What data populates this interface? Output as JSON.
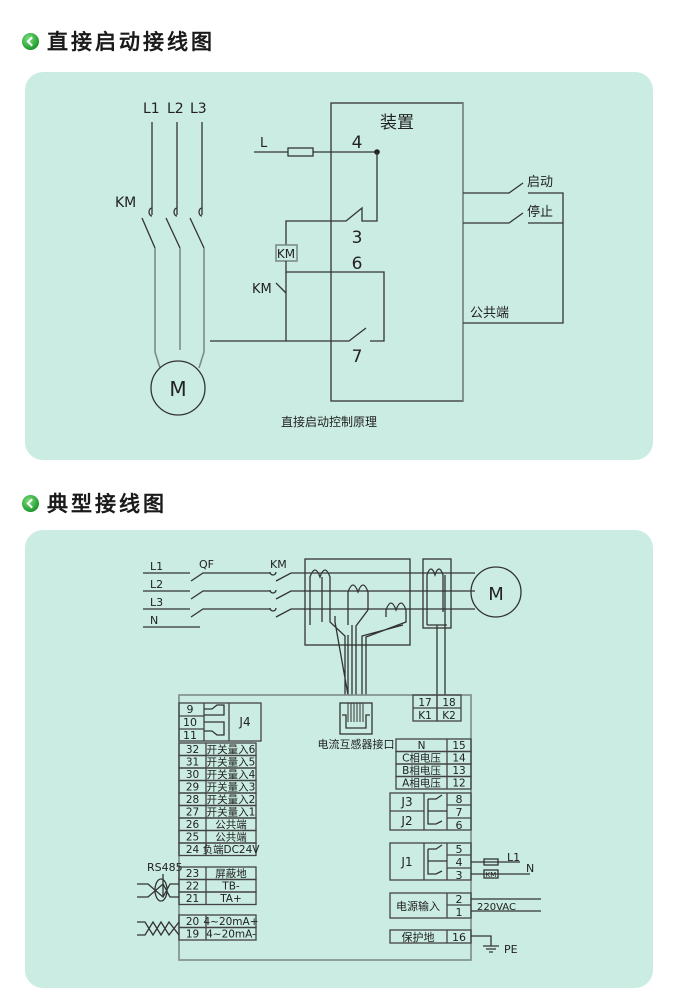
{
  "sections": [
    {
      "title": "直接启动接线图"
    },
    {
      "title": "典型接线图"
    }
  ],
  "direct_start": {
    "phases": [
      "L1",
      "L2",
      "L3"
    ],
    "km_label": "KM",
    "motor_label": "M",
    "line_label": "L",
    "device_label": "装置",
    "terminals": [
      "4",
      "3",
      "6",
      "7"
    ],
    "coil_label": "KM",
    "aux_contact_label": "KM",
    "start_label": "启动",
    "stop_label": "停止",
    "common_label": "公共端",
    "caption": "直接启动控制原理"
  },
  "typical": {
    "lines": [
      "L1",
      "L2",
      "L3",
      "N"
    ],
    "qf_label": "QF",
    "km_label": "KM",
    "motor_label": "M",
    "ct_interface_label": "电流互感器接口",
    "j4": {
      "label": "J4",
      "terminals": [
        "9",
        "10",
        "11"
      ]
    },
    "left_terminals": [
      {
        "num": "32",
        "name": "开关量入6"
      },
      {
        "num": "31",
        "name": "开关量入5"
      },
      {
        "num": "30",
        "name": "开关量入4"
      },
      {
        "num": "29",
        "name": "开关量入3"
      },
      {
        "num": "28",
        "name": "开关量入2"
      },
      {
        "num": "27",
        "name": "开关量入1"
      },
      {
        "num": "26",
        "name": "公共端"
      },
      {
        "num": "25",
        "name": "公共端"
      },
      {
        "num": "24",
        "name": "负端DC24V"
      }
    ],
    "rs485_label": "RS485",
    "rs485_terminals": [
      {
        "num": "23",
        "name": "屏蔽地"
      },
      {
        "num": "22",
        "name": "TB-"
      },
      {
        "num": "21",
        "name": "TA+"
      }
    ],
    "analog_terminals": [
      {
        "num": "20",
        "name": "4~20mA+"
      },
      {
        "num": "19",
        "name": "4~20mA-"
      }
    ],
    "k_terminals": [
      {
        "num": "17",
        "name": "K1"
      },
      {
        "num": "18",
        "name": "K2"
      }
    ],
    "voltage_terminals": [
      {
        "name": "N",
        "num": "15"
      },
      {
        "name": "C相电压",
        "num": "14"
      },
      {
        "name": "B相电压",
        "num": "13"
      },
      {
        "name": "A相电压",
        "num": "12"
      }
    ],
    "j3_label": "J3",
    "j2_label": "J2",
    "j3j2_terminals": [
      "8",
      "7",
      "6"
    ],
    "j1_label": "J1",
    "j1_terminals": [
      "5",
      "4",
      "3"
    ],
    "l1_label": "L1",
    "n_label": "N",
    "coil_label": "KM",
    "power": {
      "name": "电源输入",
      "terminals": [
        "2",
        "1"
      ],
      "voltage": "220VAC"
    },
    "ground": {
      "name": "保护地",
      "num": "16",
      "pe_label": "PE"
    }
  }
}
